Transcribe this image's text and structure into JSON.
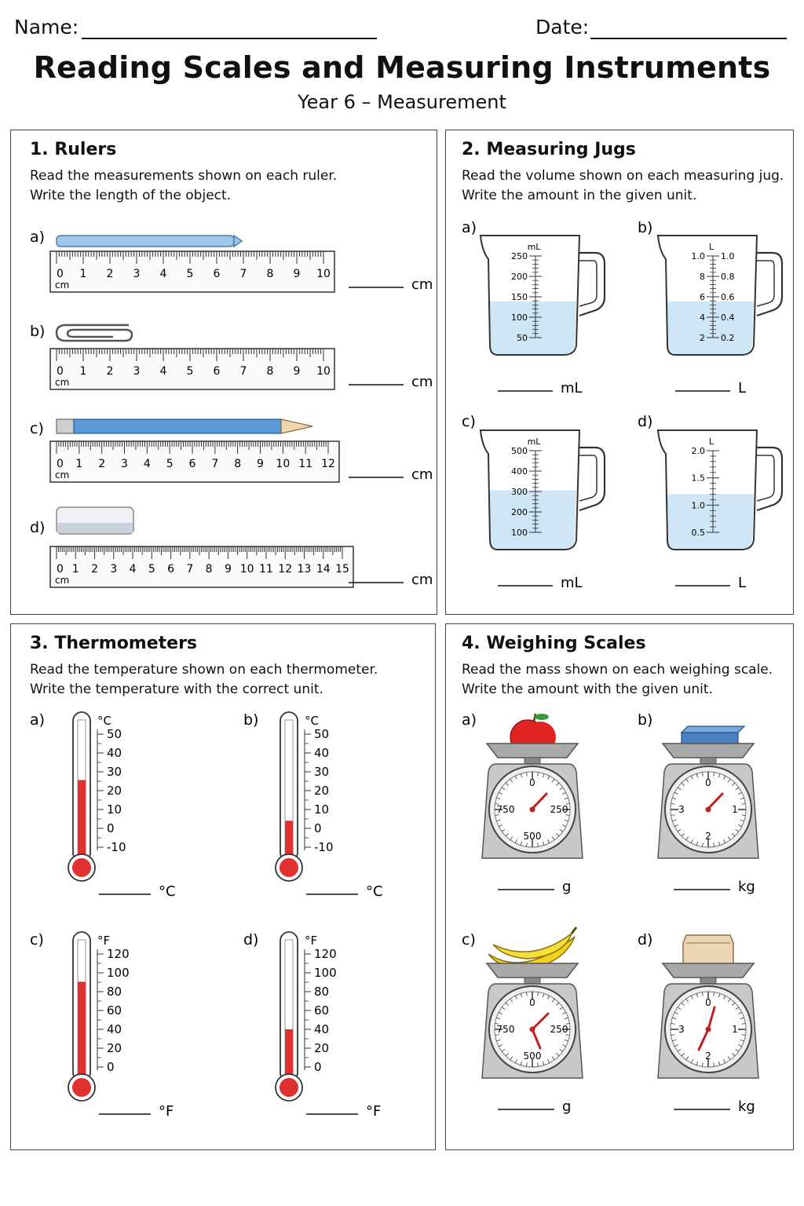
{
  "header": {
    "name_label": "Name:",
    "date_label": "Date:"
  },
  "title": "Reading Scales and Measuring Instruments",
  "subtitle": "Year 6 – Measurement",
  "colors": {
    "jug_water": "#cfe6f6",
    "mercury": "#e03030",
    "ruler_fill": "#fafafa",
    "scale_grey": "#c8c8c8"
  },
  "sections": {
    "rulers": {
      "title": "1.   Rulers",
      "instruction_1": "Read the measurements shown on each ruler.",
      "instruction_2": "Write the length of the object.",
      "items": [
        {
          "label": "a)",
          "object": "crayon",
          "unit": "cm",
          "ticks": [
            "0",
            "1",
            "2",
            "3",
            "4",
            "5",
            "6",
            "7",
            "8",
            "9",
            "10"
          ],
          "unit_label": "cm"
        },
        {
          "label": "b)",
          "object": "paperclip",
          "unit": "cm",
          "ticks": [
            "0",
            "1",
            "2",
            "3",
            "4",
            "5",
            "6",
            "7",
            "8",
            "9",
            "10"
          ],
          "unit_label": "cm"
        },
        {
          "label": "c)",
          "object": "pencil",
          "unit": "cm",
          "ticks": [
            "0",
            "1",
            "2",
            "3",
            "4",
            "5",
            "6",
            "7",
            "8",
            "9",
            "10",
            "11",
            "12"
          ],
          "unit_label": "cm"
        },
        {
          "label": "d)",
          "object": "eraser",
          "unit": "cm",
          "ticks": [
            "0",
            "1",
            "2",
            "3",
            "4",
            "5",
            "6",
            "7",
            "8",
            "9",
            "10",
            "11",
            "12",
            "13",
            "14",
            "15"
          ],
          "unit_label": "cm"
        }
      ]
    },
    "jugs": {
      "title": "2.  Measuring Jugs",
      "instruction_1": "Read the volume shown on each measuring jug.",
      "instruction_2": "Write the amount in the given unit.",
      "items": [
        {
          "label": "a)",
          "unit_header": "mL",
          "ticks": [
            "250",
            "200",
            "150",
            "100",
            "50"
          ],
          "fill_fraction": 0.46,
          "answer_unit": "mL"
        },
        {
          "label": "b)",
          "unit_header": "L",
          "ticks": [
            "1.0",
            "8",
            "6",
            "4",
            "2"
          ],
          "right_ticks": [
            "1.0",
            "0.8",
            "0.6",
            "0.4",
            "0.2"
          ],
          "fill_fraction": 0.46,
          "answer_unit": "L"
        },
        {
          "label": "c)",
          "unit_header": "mL",
          "ticks": [
            "500",
            "400",
            "300",
            "200",
            "100"
          ],
          "fill_fraction": 0.52,
          "answer_unit": "mL"
        },
        {
          "label": "d)",
          "unit_header": "L",
          "ticks": [
            "2.0",
            "1.5",
            "1.0",
            "0.5"
          ],
          "fill_fraction": 0.48,
          "answer_unit": "L"
        }
      ]
    },
    "thermometers": {
      "title": "3.  Thermometers",
      "instruction_1": "Read the temperature shown on each thermometer.",
      "instruction_2": "Write the temperature with the correct unit.",
      "items": [
        {
          "label": "a)",
          "unit_header": "°C",
          "ticks": [
            "50",
            "40",
            "30",
            "20",
            "10",
            "0",
            "-10"
          ],
          "level_fraction": 0.58,
          "answer_unit": "°C"
        },
        {
          "label": "b)",
          "unit_header": "°C",
          "ticks": [
            "50",
            "40",
            "30",
            "20",
            "10",
            "0",
            "-10"
          ],
          "level_fraction": 0.22,
          "answer_unit": "°C"
        },
        {
          "label": "c)",
          "unit_header": "°F",
          "ticks": [
            "120",
            "100",
            "80",
            "60",
            "40",
            "20",
            "0"
          ],
          "level_fraction": 0.74,
          "answer_unit": "°F"
        },
        {
          "label": "d)",
          "unit_header": "°F",
          "ticks": [
            "120",
            "100",
            "80",
            "60",
            "40",
            "20",
            "0"
          ],
          "level_fraction": 0.32,
          "answer_unit": "°F"
        }
      ]
    },
    "scales": {
      "title": "4.  Weighing Scales",
      "instruction_1": "Read the mass shown on each weighing scale.",
      "instruction_2": "Write the amount with the given unit.",
      "items": [
        {
          "label": "a)",
          "object": "apple",
          "dial": [
            "0",
            "250",
            "500",
            "750"
          ],
          "answer_unit": "g"
        },
        {
          "label": "b)",
          "object": "blocks",
          "dial": [
            "0",
            "1",
            "2",
            "3"
          ],
          "answer_unit": "kg"
        },
        {
          "label": "c)",
          "object": "bananas",
          "dial": [
            "0",
            "250",
            "500",
            "750"
          ],
          "answer_unit": "g"
        },
        {
          "label": "d)",
          "object": "flour-bag",
          "dial": [
            "0",
            "1",
            "2",
            "3"
          ],
          "answer_unit": "kg"
        }
      ]
    }
  }
}
